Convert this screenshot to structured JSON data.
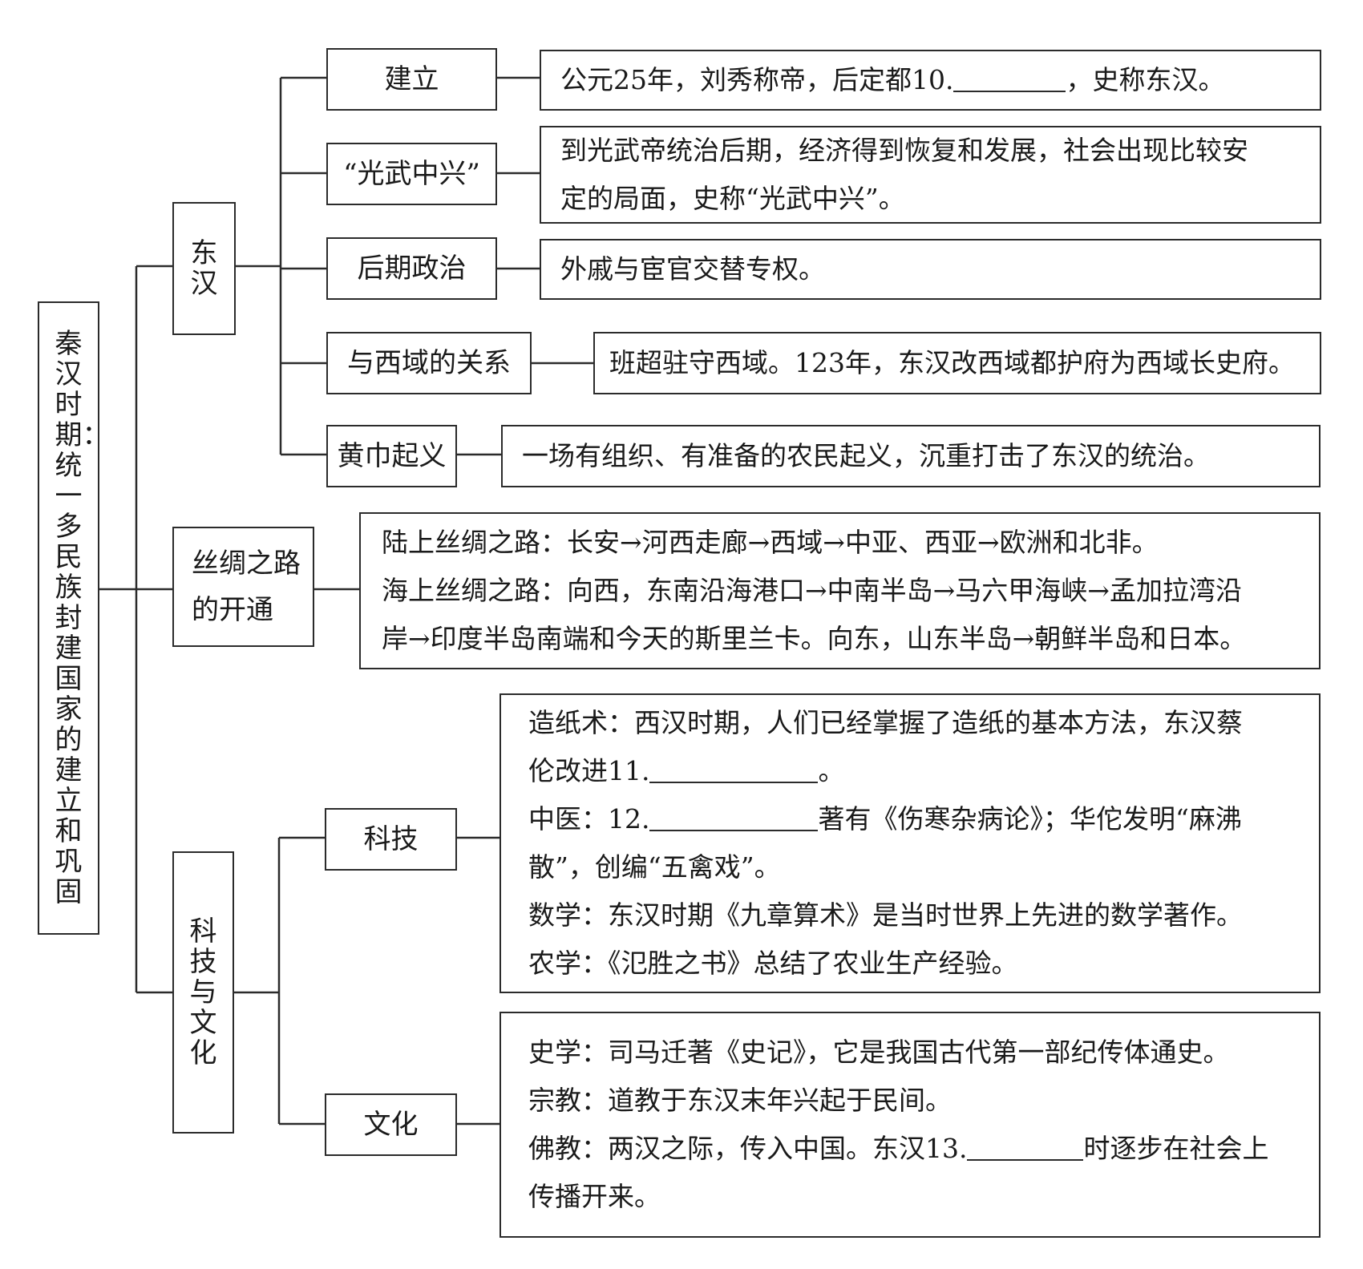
{
  "root": {
    "title": "秦汉时期：统一多民族封建国家的建立和巩固"
  },
  "dong_han": {
    "label": "东汉",
    "items": [
      {
        "label": "建立",
        "parts": [
          "公元25年，刘秀称帝，后定都10.",
          "，史称东汉。"
        ]
      },
      {
        "label": "“光武中兴”",
        "lines": [
          "到光武帝统治后期，经济得到恢复和发展，社会出现比较安",
          "定的局面，史称“光武中兴”。"
        ]
      },
      {
        "label": "后期政治",
        "text": "外戚与宦官交替专权。"
      },
      {
        "label": "与西域的关系",
        "text": "班超驻守西域。123年，东汉改西域都护府为西域长史府。"
      },
      {
        "label": "黄巾起义",
        "text": "一场有组织、有准备的农民起义，沉重打击了东汉的统治。"
      }
    ]
  },
  "silk_road": {
    "label_line1": "丝绸之路",
    "label_line2": "的开通",
    "lines": [
      "陆上丝绸之路：长安→河西走廊→西域→中亚、西亚→欧洲和北非。",
      "海上丝绸之路：向西，东南沿海港口→中南半岛→马六甲海峡→孟加拉湾沿",
      "岸→印度半岛南端和今天的斯里兰卡。向东，山东半岛→朝鲜半岛和日本。"
    ]
  },
  "tech_culture": {
    "label": "科技与文化",
    "tech": {
      "label": "科技",
      "paper_line1": "造纸术：西汉时期，人们已经掌握了造纸的基本方法，东汉蔡",
      "paper_line2_pre": "伦改进11.",
      "paper_line2_post": "。",
      "medicine_line1_pre": "中医：12.",
      "medicine_line1_post": "著有《伤寒杂病论》；华佗发明“麻沸",
      "medicine_line2": "散”，创编“五禽戏”。",
      "math": "数学：东汉时期《九章算术》是当时世界上先进的数学著作。",
      "agriculture": "农学：《氾胜之书》总结了农业生产经验。"
    },
    "culture": {
      "label": "文化",
      "history": "史学：司马迁著《史记》，它是我国古代第一部纪传体通史。",
      "religion": "宗教：道教于东汉末年兴起于民间。",
      "buddhism_line1_pre": "佛教：两汉之际，传入中国。东汉13.",
      "buddhism_line1_post": "时逐步在社会上",
      "buddhism_line2": "传播开来。"
    }
  }
}
